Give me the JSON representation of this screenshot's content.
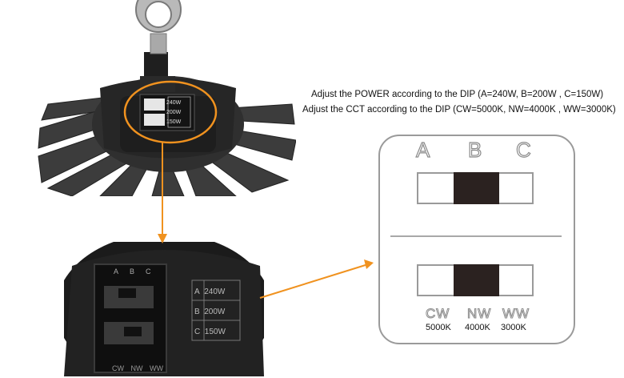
{
  "instructions": {
    "power": "Adjust the POWER according to the DIP (A=240W, B=200W , C=150W)",
    "cct": "Adjust the CCT according to the DIP (CW=5000K, NW=4000K , WW=3000K)"
  },
  "photo_labels": {
    "letters": [
      "A",
      "B",
      "C"
    ],
    "powers": [
      "240W",
      "200W",
      "150W"
    ],
    "bottom": "CW NW WW"
  },
  "dip_diagram": {
    "columns": [
      "A",
      "B",
      "C"
    ],
    "power_selected": "B",
    "cct_selected": "NW",
    "codes": [
      "CW",
      "NW",
      "WW"
    ],
    "temps": [
      "5000K",
      "4000K",
      "3000K"
    ]
  },
  "colors": {
    "callout": "#f0921f",
    "knob": "#2b2220",
    "frame": "#9a9a9a"
  }
}
